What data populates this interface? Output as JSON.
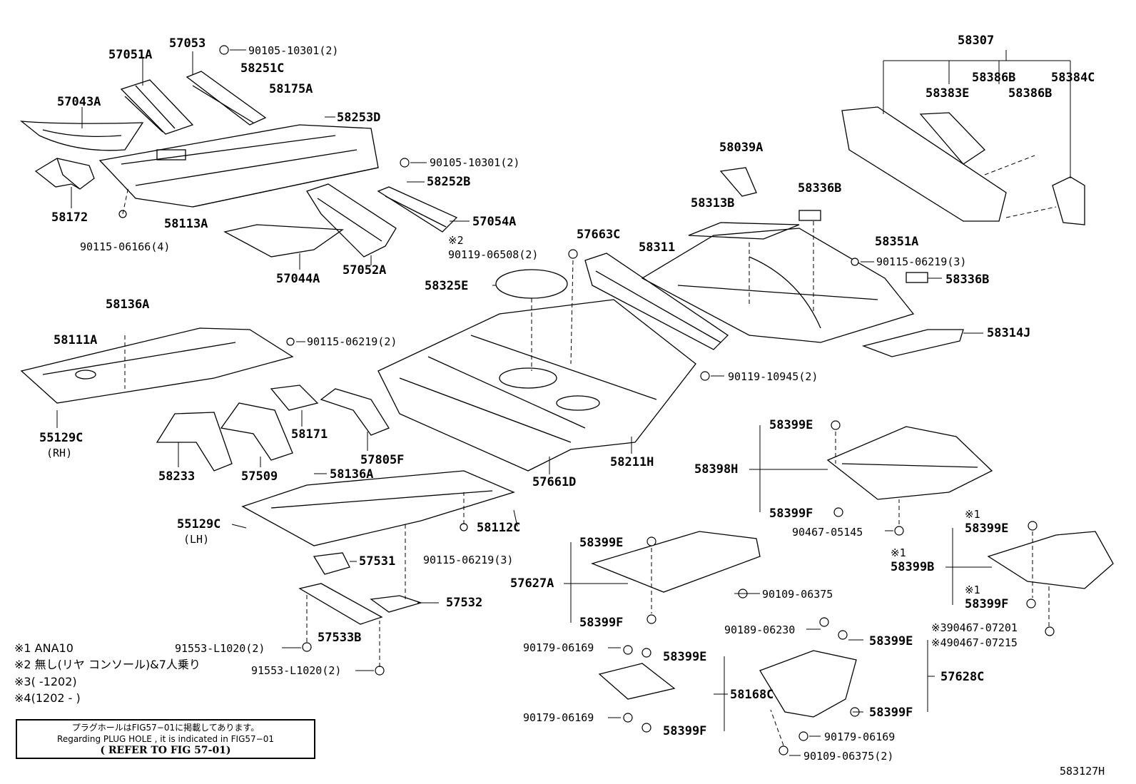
{
  "parts": {
    "p57051A": "57051A",
    "p57053": "57053",
    "p90105_10301_2a": "90105-10301(2)",
    "p58251C": "58251C",
    "p58175A": "58175A",
    "p58253D": "58253D",
    "p57043A": "57043A",
    "p90105_10301_2b": "90105-10301(2)",
    "p58252B": "58252B",
    "p58172": "58172",
    "p58113A": "58113A",
    "p57054A": "57054A",
    "p90115_06166_4": "90115-06166(4)",
    "p57044A": "57044A",
    "p57052A": "57052A",
    "p_mark2": "※2",
    "p90119_06508_2": "90119-06508(2)",
    "p57663C": "57663C",
    "p58311": "58311",
    "p58313B": "58313B",
    "p58039A": "58039A",
    "p58336B_a": "58336B",
    "p58351A": "58351A",
    "p90115_06219_3a": "90115-06219(3)",
    "p58336B_b": "58336B",
    "p58325E": "58325E",
    "p58307": "58307",
    "p58386B_a": "58386B",
    "p58384C": "58384C",
    "p58383E": "58383E",
    "p58386B_b": "58386B",
    "p58314J": "58314J",
    "p58136A_a": "58136A",
    "p58111A": "58111A",
    "p90115_06219_2": "90115-06219(2)",
    "p90119_10945_2": "90119-10945(2)",
    "p55129C_rh": "55129C",
    "p_rh": "(RH)",
    "p58171": "58171",
    "p57805F": "57805F",
    "p58233": "58233",
    "p57509": "57509",
    "p58136A_b": "58136A",
    "p57661D": "57661D",
    "p58211H": "58211H",
    "p58399E_a": "58399E",
    "p58398H": "58398H",
    "p58399F_a": "58399F",
    "p90467_05145": "90467-05145",
    "p55129C_lh": "55129C",
    "p_lh": "(LH)",
    "p58112C": "58112C",
    "p90115_06219_3b": "90115-06219(3)",
    "p57531": "57531",
    "p58399E_b": "58399E",
    "p57627A": "57627A",
    "p90109_06375": "90109-06375",
    "p_mark1a": "※1",
    "p58399E_c": "58399E",
    "p_mark1b": "※1",
    "p58399B": "58399B",
    "p_mark1c": "※1",
    "p58399F_c": "58399F",
    "p57532": "57532",
    "p58399F_b": "58399F",
    "p90189_06230": "90189-06230",
    "p90467_07201": "※390467-07201",
    "p90467_07215": "※490467-07215",
    "p57533B": "57533B",
    "p58399E_d": "58399E",
    "p57628C": "57628C",
    "p91553_L1020_2a": "91553-L1020(2)",
    "p91553_L1020_2b": "91553-L1020(2)",
    "p90179_06169_a": "90179-06169",
    "p58399E_e": "58399E",
    "p58168C": "58168C",
    "p90179_06169_b": "90179-06169",
    "p58399F_e": "58399F",
    "p58399F_d": "58399F",
    "p90179_06169_c": "90179-06169",
    "p90109_06375_2": "90109-06375(2)"
  },
  "notes": [
    "※1 ANA10",
    "※2 無し(リヤ コンソール)&7人乗り",
    "※3(       -1202)",
    "※4(1202 -       )"
  ],
  "notebox": {
    "line1": "プラグホールはFIG57−01に掲載してあります。",
    "line2": "Regarding PLUG HOLE , it is indicated in FIG57−01",
    "line3": "( REFER TO FIG 57-01)"
  },
  "figure_id": "583127H"
}
